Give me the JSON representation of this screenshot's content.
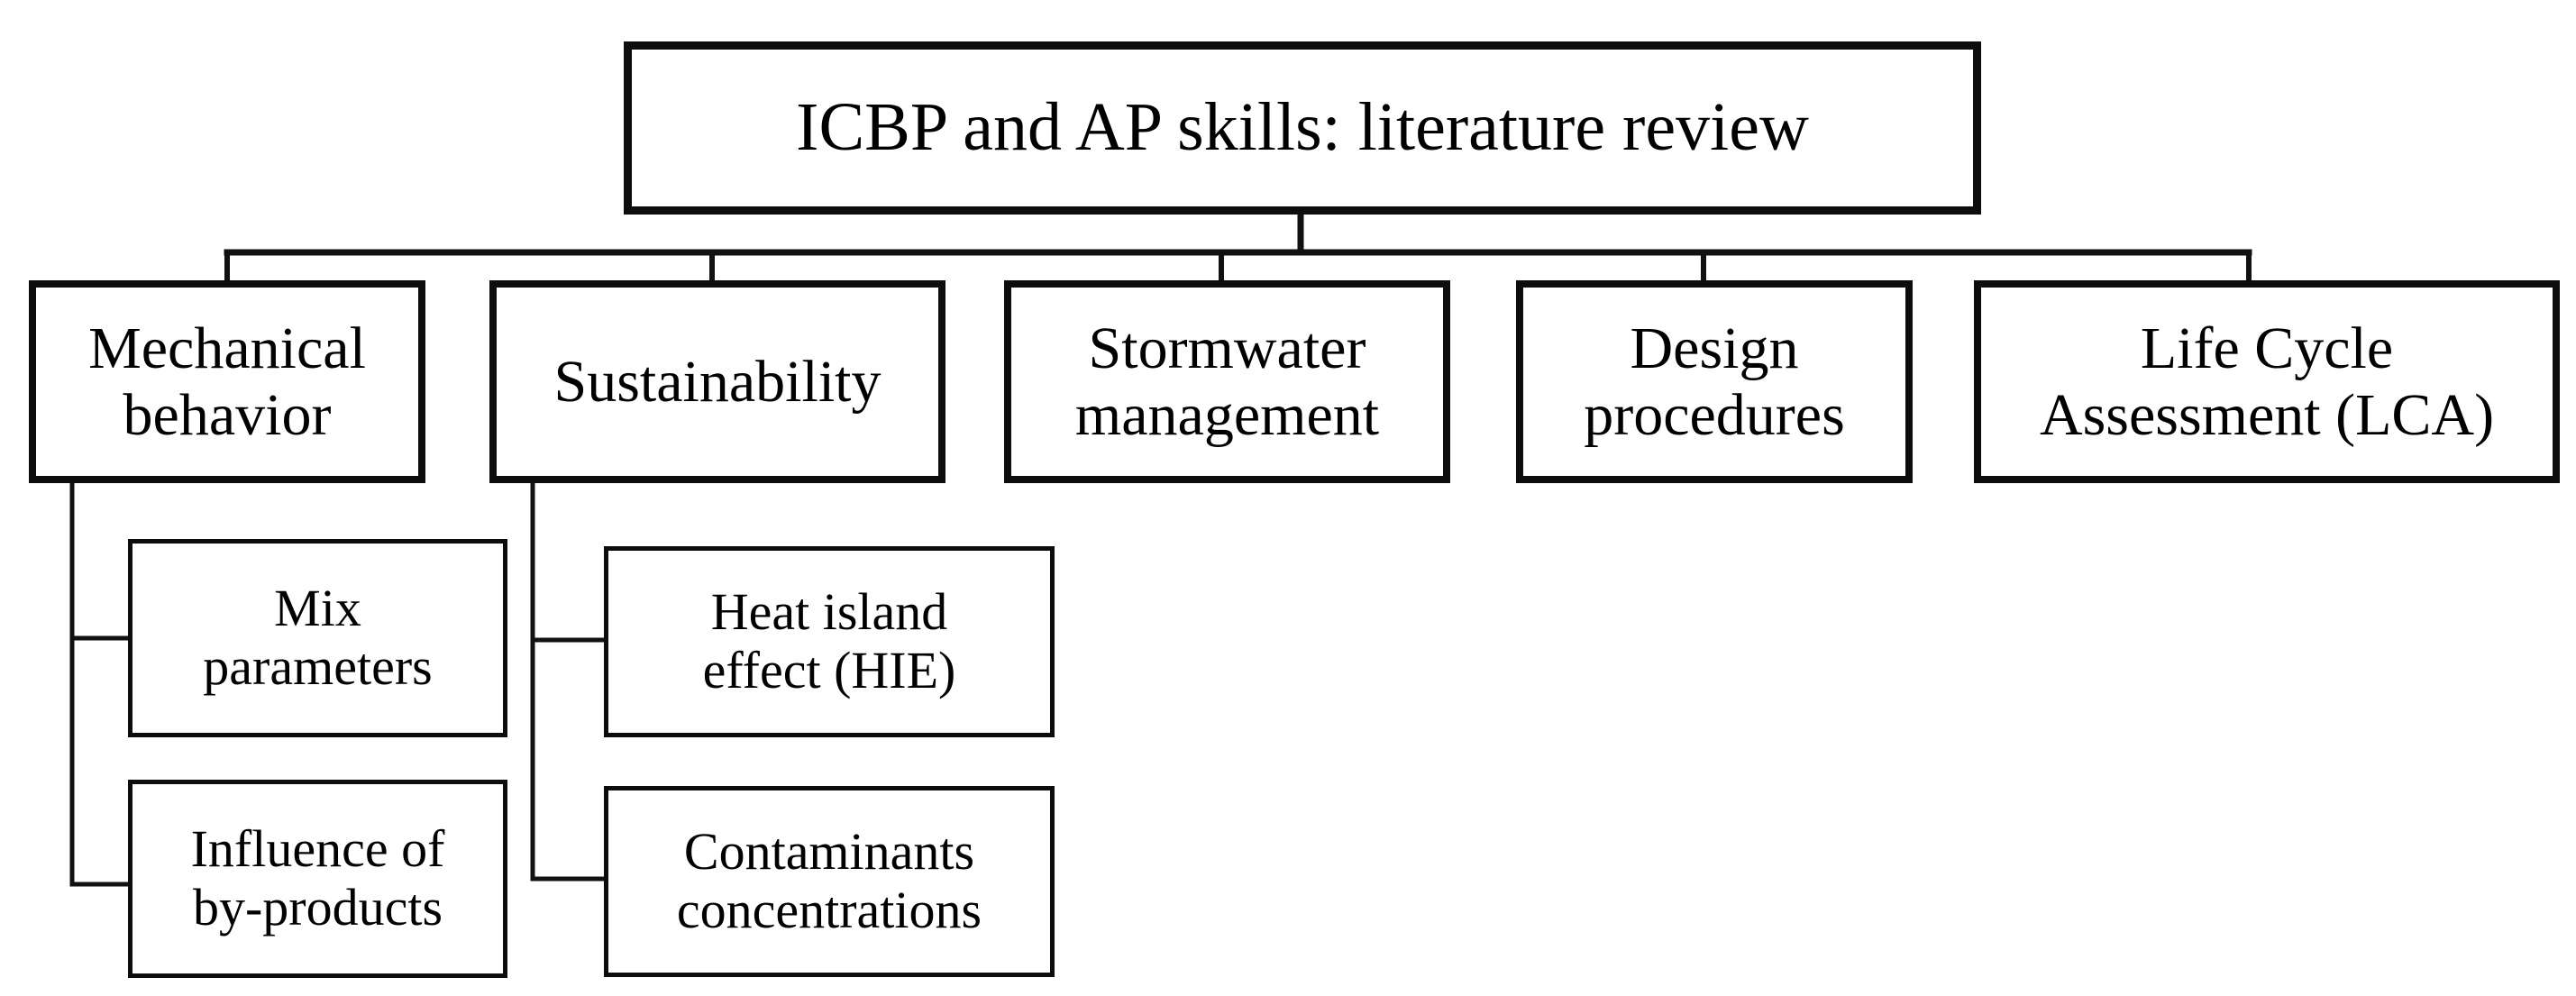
{
  "diagram": {
    "type": "tree",
    "title": "ICBP and AP skills: literature review",
    "orientation": "top-down-with-left-hanging-children",
    "background_color": "#ffffff",
    "line_color": "#111111",
    "text_color": "#000000",
    "root": {
      "id": "root",
      "label": "ICBP and AP skills: literature review"
    },
    "level2": [
      {
        "id": "mechanical-behavior",
        "label": "Mechanical\nbehavior"
      },
      {
        "id": "sustainability",
        "label": "Sustainability"
      },
      {
        "id": "stormwater-management",
        "label": "Stormwater\nmanagement"
      },
      {
        "id": "design-procedures",
        "label": "Design\nprocedures"
      },
      {
        "id": "life-cycle-assessment",
        "label": "Life Cycle\nAssessment  (LCA)"
      }
    ],
    "level3": [
      {
        "id": "mix-parameters",
        "parent": "mechanical-behavior",
        "label": "Mix\nparameters"
      },
      {
        "id": "influence-of-by-products",
        "parent": "mechanical-behavior",
        "label": "Influence of\nby-products"
      },
      {
        "id": "heat-island-effect",
        "parent": "sustainability",
        "label": "Heat island\neffect (HIE)"
      },
      {
        "id": "contaminants-concentrations",
        "parent": "sustainability",
        "label": "Contaminants\nconcentrations"
      }
    ]
  }
}
